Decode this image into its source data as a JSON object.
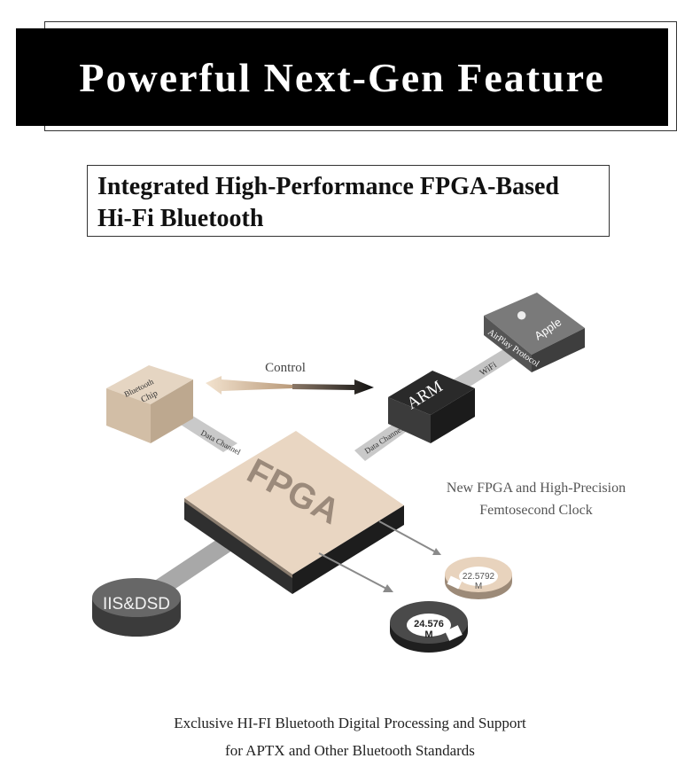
{
  "banner": {
    "title": "Powerful Next-Gen Feature"
  },
  "subtitle": {
    "line1": "Integrated High-Performance FPGA-Based",
    "line2": "Hi-Fi Bluetooth"
  },
  "diagram": {
    "control_label": "Control",
    "bluetooth_chip": {
      "line1": "Bluetooth",
      "line2": "Chip"
    },
    "data_channel_left": "Data Channel",
    "data_channel_right": "Data Channel",
    "arm_label": "ARM",
    "wifi_label": "WiFi",
    "apple_label": "Apple",
    "airplay_label": "AirPlay Protocol",
    "fpga_label": "FPGA",
    "iis_label": "IIS&DSD",
    "clock_caption": {
      "line1": "New FPGA and High-Precision",
      "line2": "Femtosecond Clock"
    },
    "clock_small": {
      "line1": "22.5792",
      "line2": "M"
    },
    "clock_large": {
      "line1": "24.576",
      "line2": "M"
    }
  },
  "footer": {
    "line1": "Exclusive HI-FI Bluetooth Digital Processing and Support",
    "line2": "for APTX and Other Bluetooth Standards"
  }
}
